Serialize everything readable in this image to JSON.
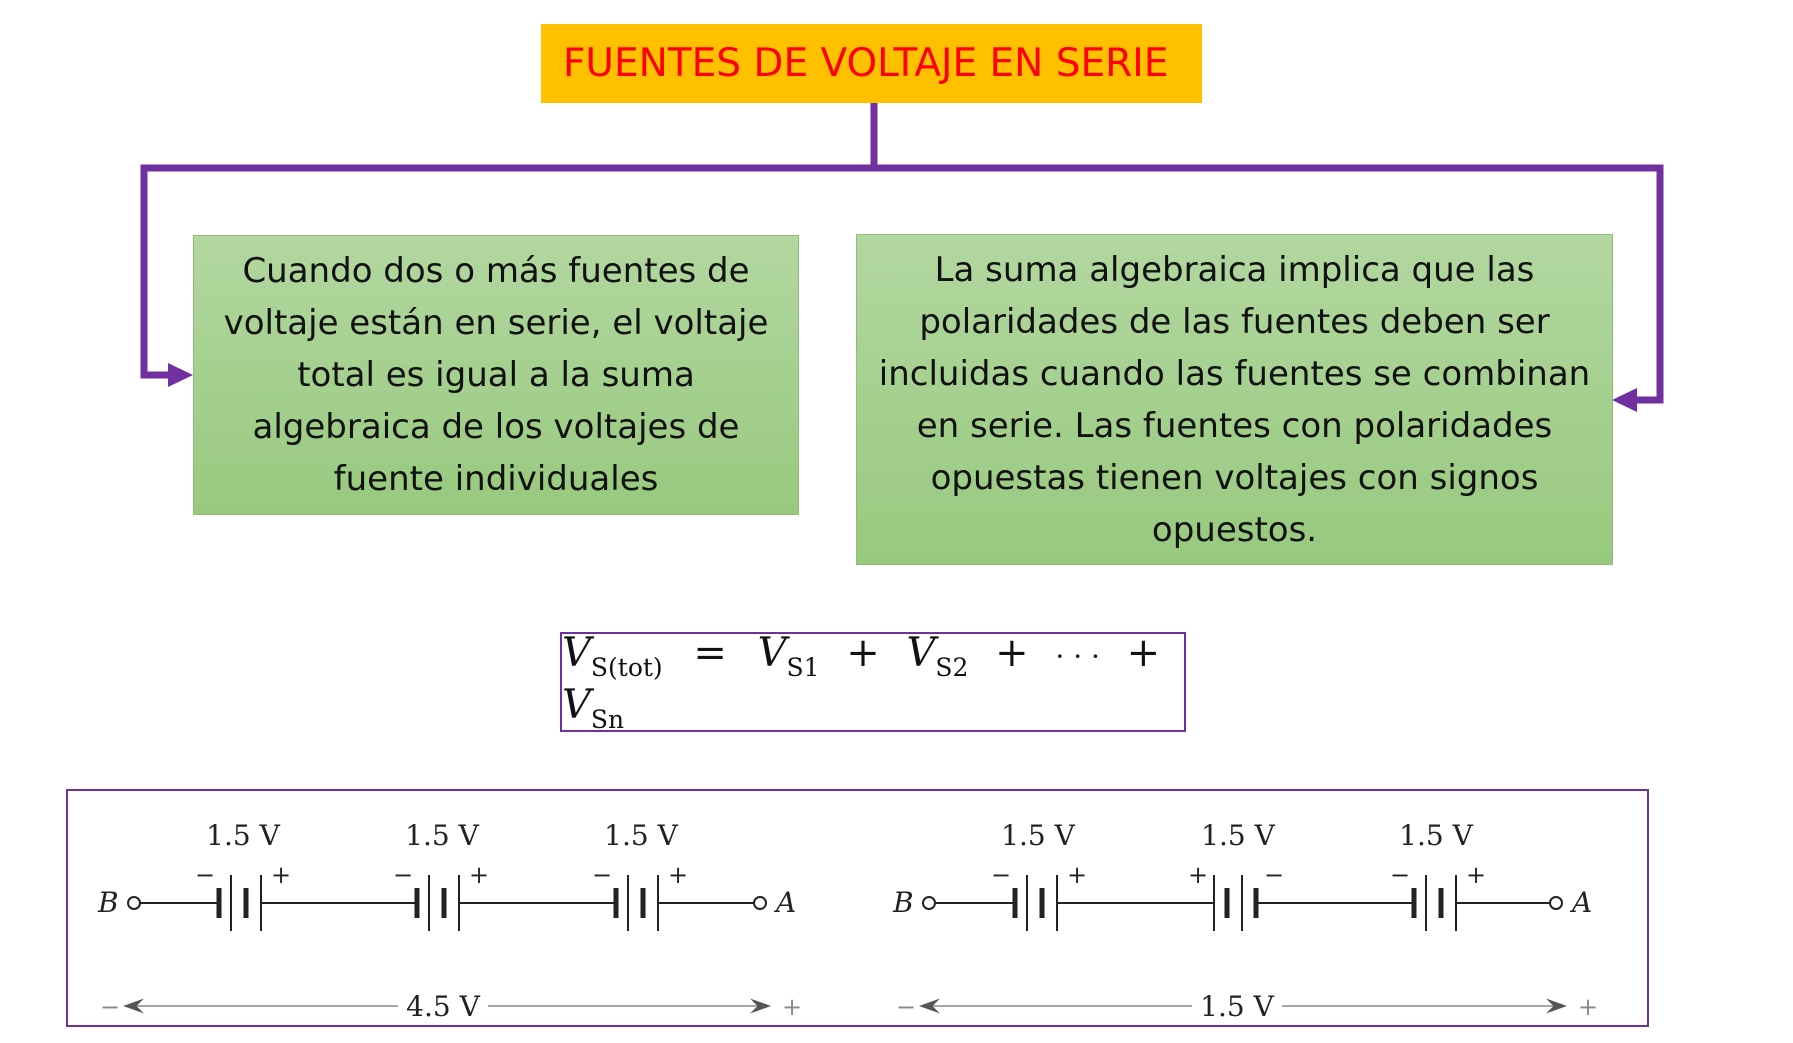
{
  "title": "FUENTES DE VOLTAJE EN SERIE",
  "left_box_text": "Cuando dos o más fuentes de voltaje están en serie, el voltaje total es igual a la suma algebraica de los voltajes de fuente individuales",
  "right_box_text": "La suma algebraica implica que las polaridades de las fuentes deben ser incluidas cuando las fuentes se combinan en serie. Las fuentes con polaridades opuestas tienen voltajes con signos opuestos.",
  "formula": {
    "v": "V",
    "s_tot": "S(tot)",
    "equals": "=",
    "s1": "S1",
    "plus": "+",
    "s2": "S2",
    "ellipsis": "· · ·",
    "sn": "Sn"
  },
  "circuit_1": {
    "terminal_left": "B",
    "terminal_right": "A",
    "batteries": [
      {
        "label": "1.5 V",
        "left_sign": "−",
        "right_sign": "+"
      },
      {
        "label": "1.5 V",
        "left_sign": "−",
        "right_sign": "+"
      },
      {
        "label": "1.5 V",
        "left_sign": "−",
        "right_sign": "+"
      }
    ],
    "total_label": "4.5 V",
    "total_left_sign": "−",
    "total_right_sign": "+"
  },
  "circuit_2": {
    "terminal_left": "B",
    "terminal_right": "A",
    "batteries": [
      {
        "label": "1.5 V",
        "left_sign": "−",
        "right_sign": "+"
      },
      {
        "label": "1.5 V",
        "left_sign": "+",
        "right_sign": "−"
      },
      {
        "label": "1.5 V",
        "left_sign": "−",
        "right_sign": "+"
      }
    ],
    "total_label": "1.5 V",
    "total_left_sign": "−",
    "total_right_sign": "+"
  },
  "colors": {
    "title_bg": "#ffc000",
    "title_text": "#ff0000",
    "connector": "#7030a0",
    "box_fill": "#a9d18e"
  }
}
